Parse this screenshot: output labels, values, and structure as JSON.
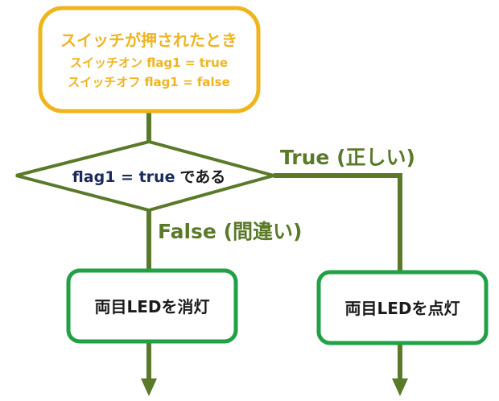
{
  "colors": {
    "start_border": "#f0b41e",
    "start_text": "#f0b41e",
    "connector": "#5a7a2a",
    "condition_text": "#1a2a5a",
    "process_border": "#21a046",
    "process_text": "#1a1a1a",
    "branch_label": "#5a7a2a"
  },
  "start": {
    "title": "スイッチが押されたとき",
    "line1": "スイッチオン flag1 = true",
    "line2": "スイッチオフ flag1 = false"
  },
  "decision": {
    "condition": "flag1 = true",
    "suffix": "である"
  },
  "branches": {
    "true_label": "True (正しい)",
    "false_label": "False (間違い)"
  },
  "process": {
    "left_label": "両目LEDを消灯",
    "right_label": "両目LEDを点灯"
  }
}
